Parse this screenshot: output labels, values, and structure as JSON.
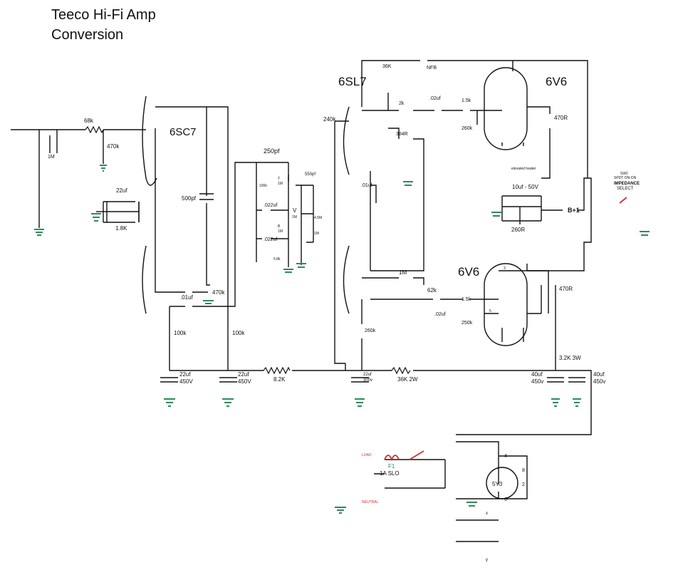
{
  "title": {
    "line1": "Teeco Hi-Fi Amp",
    "line2": "Conversion"
  },
  "tubes": [
    {
      "id": "v1",
      "label": "6SC7"
    },
    {
      "id": "v2",
      "label": "6SL7"
    },
    {
      "id": "v3",
      "label": "6V6"
    },
    {
      "id": "v4",
      "label": "6V6"
    },
    {
      "id": "rect",
      "label": "5Y3"
    }
  ],
  "labels": [
    {
      "id": "r68k",
      "text": "68k"
    },
    {
      "id": "r470k-in",
      "text": "470k"
    },
    {
      "id": "r1m-in",
      "text": "1M"
    },
    {
      "id": "c22uf-a",
      "text": "22uf"
    },
    {
      "id": "r1k8",
      "text": "1.8K"
    },
    {
      "id": "c500pf",
      "text": "500pf"
    },
    {
      "id": "c01uf-a",
      "text": ".01uf"
    },
    {
      "id": "r470k-b",
      "text": "470k"
    },
    {
      "id": "r100k-a",
      "text": "100k"
    },
    {
      "id": "r100k-b",
      "text": "100k"
    },
    {
      "id": "c22uf-b",
      "text": "22uf"
    },
    {
      "id": "c450v-b",
      "text": "450V"
    },
    {
      "id": "c22uf-c",
      "text": "22uf"
    },
    {
      "id": "c450v-c",
      "text": "450V"
    },
    {
      "id": "r8k2",
      "text": "8.2K"
    },
    {
      "id": "c250pf",
      "text": "250pf"
    },
    {
      "id": "r100k-tc",
      "text": "100k"
    },
    {
      "id": "c022-a",
      "text": ".022uf"
    },
    {
      "id": "c022-b",
      "text": ".022uf"
    },
    {
      "id": "r6k8",
      "text": "6.8k"
    },
    {
      "id": "c550pf",
      "text": "550pf"
    },
    {
      "id": "pot-v",
      "text": "V"
    },
    {
      "id": "pot-1m",
      "text": "1M"
    },
    {
      "id": "r4m7",
      "text": "4.5M"
    },
    {
      "id": "r1m-v",
      "text": "1M"
    },
    {
      "id": "pot-t",
      "text": "T"
    },
    {
      "id": "pot-t-1m",
      "text": "1M"
    },
    {
      "id": "pot-b",
      "text": "B"
    },
    {
      "id": "pot-b-1m",
      "text": "1M"
    },
    {
      "id": "r240k",
      "text": "240k"
    },
    {
      "id": "r36k",
      "text": "36K"
    },
    {
      "id": "sw-nfb",
      "text": "NFB"
    },
    {
      "id": "r2k",
      "text": "2k"
    },
    {
      "id": "c02-a",
      "text": ".02uf"
    },
    {
      "id": "r384r",
      "text": "384R"
    },
    {
      "id": "c01-b",
      "text": ".01uf"
    },
    {
      "id": "r1m-pi",
      "text": "1M"
    },
    {
      "id": "r62k",
      "text": "62k"
    },
    {
      "id": "c02-b",
      "text": ".02uf"
    },
    {
      "id": "r260k-pi",
      "text": "260k"
    },
    {
      "id": "c22uf-d",
      "text": "22uf"
    },
    {
      "id": "c300v",
      "text": "300v"
    },
    {
      "id": "r36k2w",
      "text": "36K 2W"
    },
    {
      "id": "r1k5-a",
      "text": "1.5k"
    },
    {
      "id": "r260k-g",
      "text": "260k"
    },
    {
      "id": "r470r-a",
      "text": "470R"
    },
    {
      "id": "heater",
      "text": "elevated heater"
    },
    {
      "id": "c10uf",
      "text": "10uf - 50V"
    },
    {
      "id": "r260r",
      "text": "260R"
    },
    {
      "id": "bplus",
      "text": "B+1"
    },
    {
      "id": "sw2-a",
      "text": "SW2"
    },
    {
      "id": "sw2-b",
      "text": "SPDT ON-ON"
    },
    {
      "id": "sw2-c",
      "text": "IMPEDANCE"
    },
    {
      "id": "sw2-d",
      "text": "SELECT"
    },
    {
      "id": "r1k5-b",
      "text": "1.5k"
    },
    {
      "id": "r250k",
      "text": "250k"
    },
    {
      "id": "r470r-b",
      "text": "470R"
    },
    {
      "id": "r3k2",
      "text": "3.2K 3W"
    },
    {
      "id": "c40uf-a",
      "text": "40uf"
    },
    {
      "id": "c450v-e",
      "text": "450v"
    },
    {
      "id": "c40uf-b",
      "text": "40uf"
    },
    {
      "id": "c450v-f",
      "text": "450v"
    },
    {
      "id": "fuse-a",
      "text": "F1"
    },
    {
      "id": "fuse-b",
      "text": "1A SLO"
    },
    {
      "id": "load",
      "text": "LOAD"
    },
    {
      "id": "neutral",
      "text": "NEUTRAL"
    },
    {
      "id": "pin4",
      "text": "4"
    },
    {
      "id": "pin6",
      "text": "6"
    },
    {
      "id": "pin2",
      "text": "2"
    },
    {
      "id": "pin8",
      "text": "8"
    },
    {
      "id": "pin3",
      "text": "3"
    },
    {
      "id": "pin5",
      "text": "5"
    },
    {
      "id": "x-out",
      "text": "x"
    },
    {
      "id": "y-out",
      "text": "y"
    },
    {
      "id": "c-v1",
      "text": "22uf"
    },
    {
      "id": "c-v2",
      "text": "1.8K"
    }
  ]
}
